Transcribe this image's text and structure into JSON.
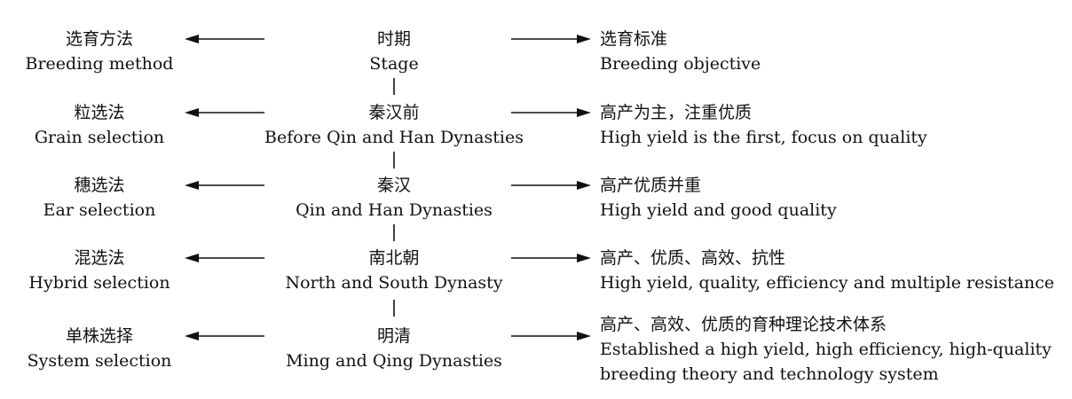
{
  "rows": [
    {
      "method": [
        "选育方法",
        "Breeding method"
      ],
      "stage": [
        "时期",
        "Stage"
      ],
      "objective": [
        "选育标准",
        "Breeding objective"
      ]
    },
    {
      "method": [
        "粒选法",
        "Grain selection"
      ],
      "stage": [
        "秦汉前",
        "Before Qin and Han Dynasties"
      ],
      "objective": [
        "高产为主，注重优质",
        "High yield is the first, focus on quality"
      ]
    },
    {
      "method": [
        "穗选法",
        "Ear selection"
      ],
      "stage": [
        "秦汉",
        "Qin and Han Dynasties"
      ],
      "objective": [
        "高产优质并重",
        "High yield and good quality"
      ]
    },
    {
      "method": [
        "混选法",
        "Hybrid selection"
      ],
      "stage": [
        "南北朝",
        "North and South Dynasty"
      ],
      "objective": [
        "高产、优质、高效、抗性",
        "High yield, quality, efficiency and multiple resistance"
      ]
    },
    {
      "method": [
        "单株选择",
        "System selection"
      ],
      "stage": [
        "明清",
        "Ming and Qing Dynasties"
      ],
      "objective": [
        "高产、高效、优质的育种理论技术体系",
        "Established a high yield, high efficiency, high-quality",
        "breeding theory and technology system"
      ]
    }
  ]
}
